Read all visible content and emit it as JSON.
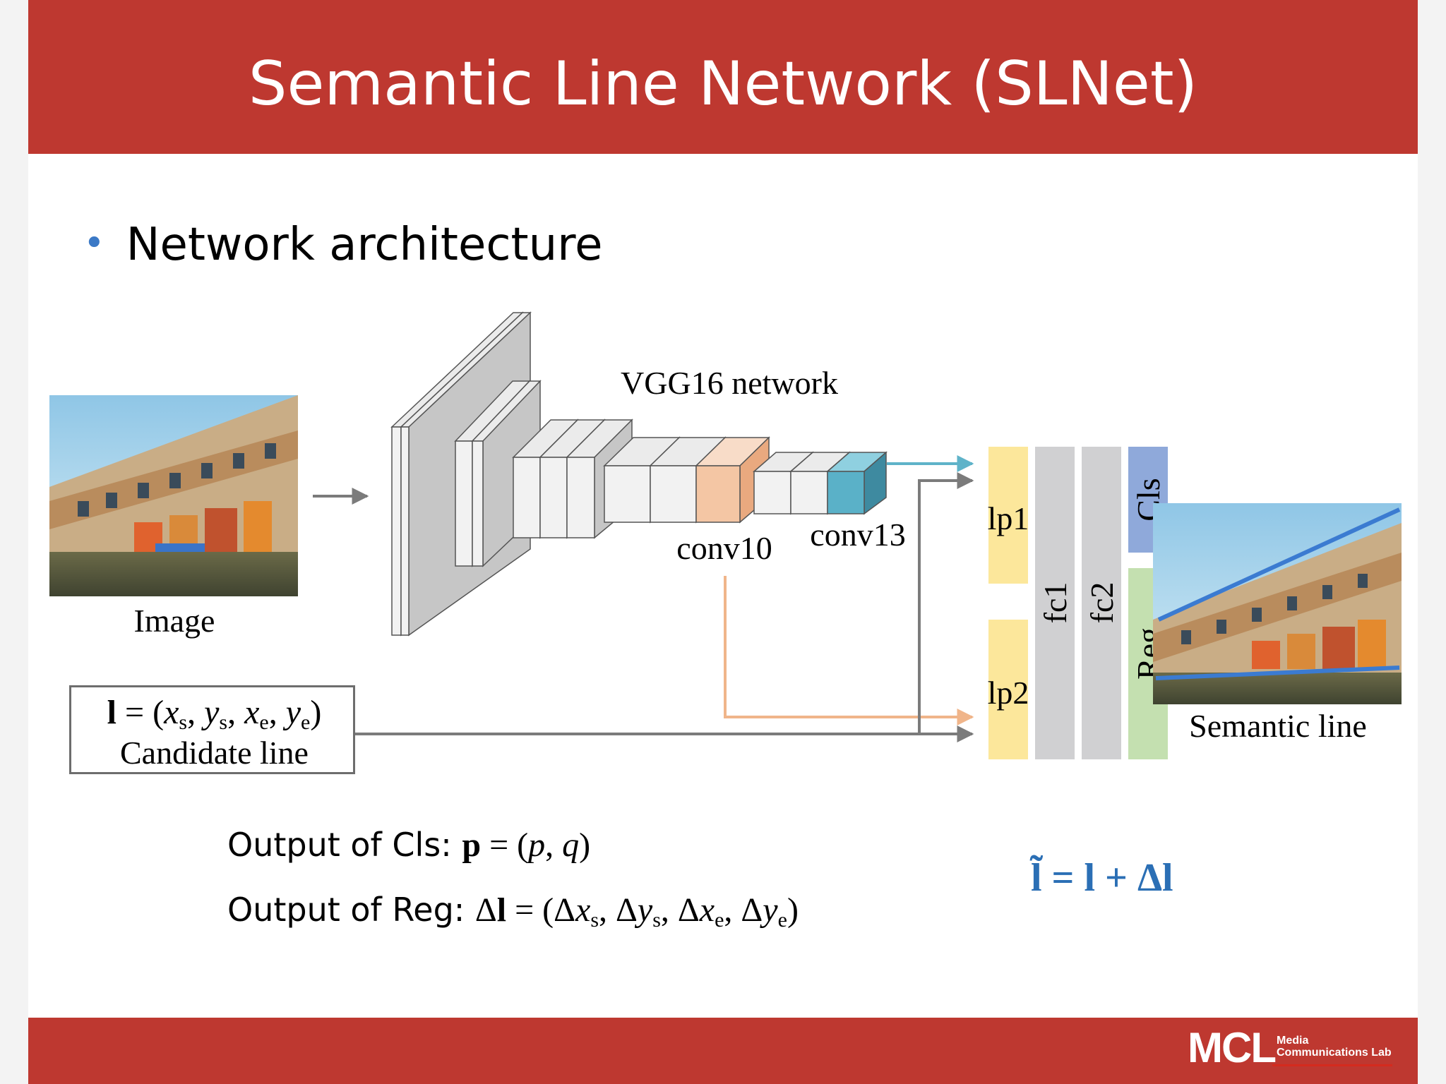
{
  "slide": {
    "title": "Semantic Line Network (SLNet)",
    "bullet": "Network architecture"
  },
  "diagram": {
    "image_label": "Image",
    "vgg_label": "VGG16 network",
    "conv10_label": "conv10",
    "conv13_label": "conv13",
    "lp1_label": "lp1",
    "lp2_label": "lp2",
    "fc1_label": "fc1",
    "fc2_label": "fc2",
    "cls_label": "Cls",
    "reg_label": "Reg",
    "semantic_label": "Semantic line",
    "candidate_label": "Candidate line",
    "colors": {
      "conv10": "#f4c6a4",
      "conv13": "#5ab1c8",
      "lp": "#fce79b",
      "fc": "#d0d0d2",
      "cls": "#8fa9da",
      "reg": "#c4e0b0",
      "arrow_conv10": "#f0b58a",
      "arrow_conv13": "#5fb3c9",
      "arrow_default": "#7b7b7b"
    }
  },
  "formulas": {
    "cls_prefix": "Output of Cls: ",
    "reg_prefix": "Output of Reg: "
  },
  "footer": {
    "logo_main": "MCL",
    "logo_line1": "Media",
    "logo_line2": "Communications Lab"
  }
}
